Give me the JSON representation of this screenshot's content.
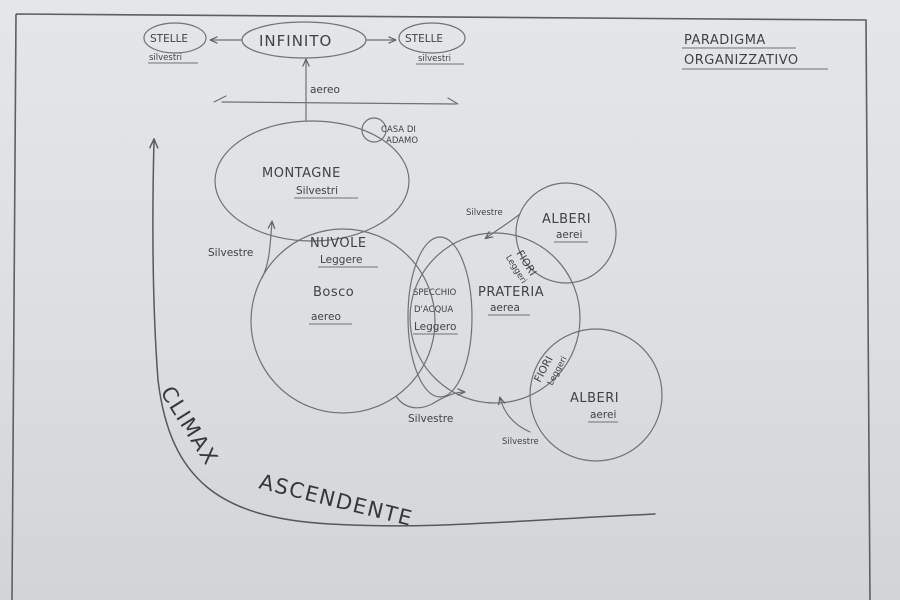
{
  "title": {
    "line1": "PARADIGMA",
    "line2": "ORGANIZZATIVO"
  },
  "top": {
    "infinito": "INFINITO",
    "stelle_left": "STELLE",
    "stelle_left_sub": "silvestri",
    "stelle_right": "STELLE",
    "stelle_right_sub": "silvestri",
    "aereo": "aereo"
  },
  "nodes": {
    "casa_line1": "CASA DI",
    "casa_line2": "ADAMO",
    "montagne": "MONTAGNE",
    "montagne_sub": "Silvestri",
    "nuvole": "NUVOLE",
    "nuvole_sub": "Leggere",
    "bosco": "Bosco",
    "bosco_sub": "aereo",
    "specchio_line1": "SPECCHIO",
    "specchio_line2": "D'ACQUA",
    "specchio_sub": "Leggero",
    "prateria": "PRATERIA",
    "prateria_sub": "aerea",
    "alberi_top": "ALBERI",
    "alberi_top_sub": "aerei",
    "fiori_top": "FIORI",
    "fiori_top_sub": "Leggeri",
    "fiori_bottom": "FIORI",
    "fiori_bottom_sub": "Leggeri",
    "alberi_bottom": "ALBERI",
    "alberi_bottom_sub": "aerei"
  },
  "connections": {
    "silvestre_left": "Silvestre",
    "silvestre_alberi_top": "Silvestre",
    "silvestre_bottom": "Silvestre",
    "silvestre_alberi_bottom": "Silvestre"
  },
  "axis": {
    "climax": "CLIMAX",
    "ascendente": "ASCENDENTE"
  },
  "colors": {
    "paper": "#dfe1e3",
    "ink": "#6f7175",
    "text": "#3f4246"
  }
}
